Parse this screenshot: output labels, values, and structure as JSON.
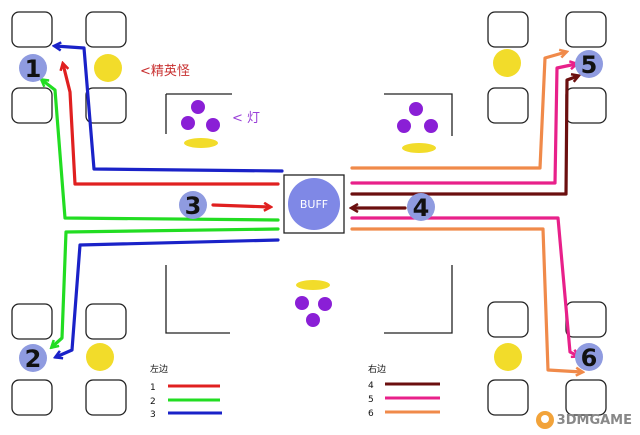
{
  "labels": {
    "elite_monster": "<精英怪",
    "lamp": "< 灯",
    "buff": "BUFF"
  },
  "positions": [
    {
      "id": "1",
      "label": "1"
    },
    {
      "id": "2",
      "label": "2"
    },
    {
      "id": "3",
      "label": "3"
    },
    {
      "id": "4",
      "label": "4"
    },
    {
      "id": "5",
      "label": "5"
    },
    {
      "id": "6",
      "label": "6"
    }
  ],
  "legend": {
    "left": {
      "title": "左边",
      "items": [
        {
          "num": "1",
          "color": "#e02020"
        },
        {
          "num": "2",
          "color": "#22dd22"
        },
        {
          "num": "3",
          "color": "#1a22c8"
        }
      ]
    },
    "right": {
      "title": "右边",
      "items": [
        {
          "num": "4",
          "color": "#6b0f0f"
        },
        {
          "num": "5",
          "color": "#e8208a"
        },
        {
          "num": "6",
          "color": "#f08a4a"
        }
      ]
    }
  },
  "colors": {
    "pad_marker": "#8f9be0",
    "buff": "#7f88e6",
    "elite": "#f2dc2a",
    "lamp": "#8a1fd6",
    "red": "#e02020",
    "green": "#22dd22",
    "blue": "#1a22c8",
    "darkred": "#6b0f0f",
    "pink": "#e8208a",
    "orange": "#f08a4a"
  },
  "watermark": "3DMGAME"
}
